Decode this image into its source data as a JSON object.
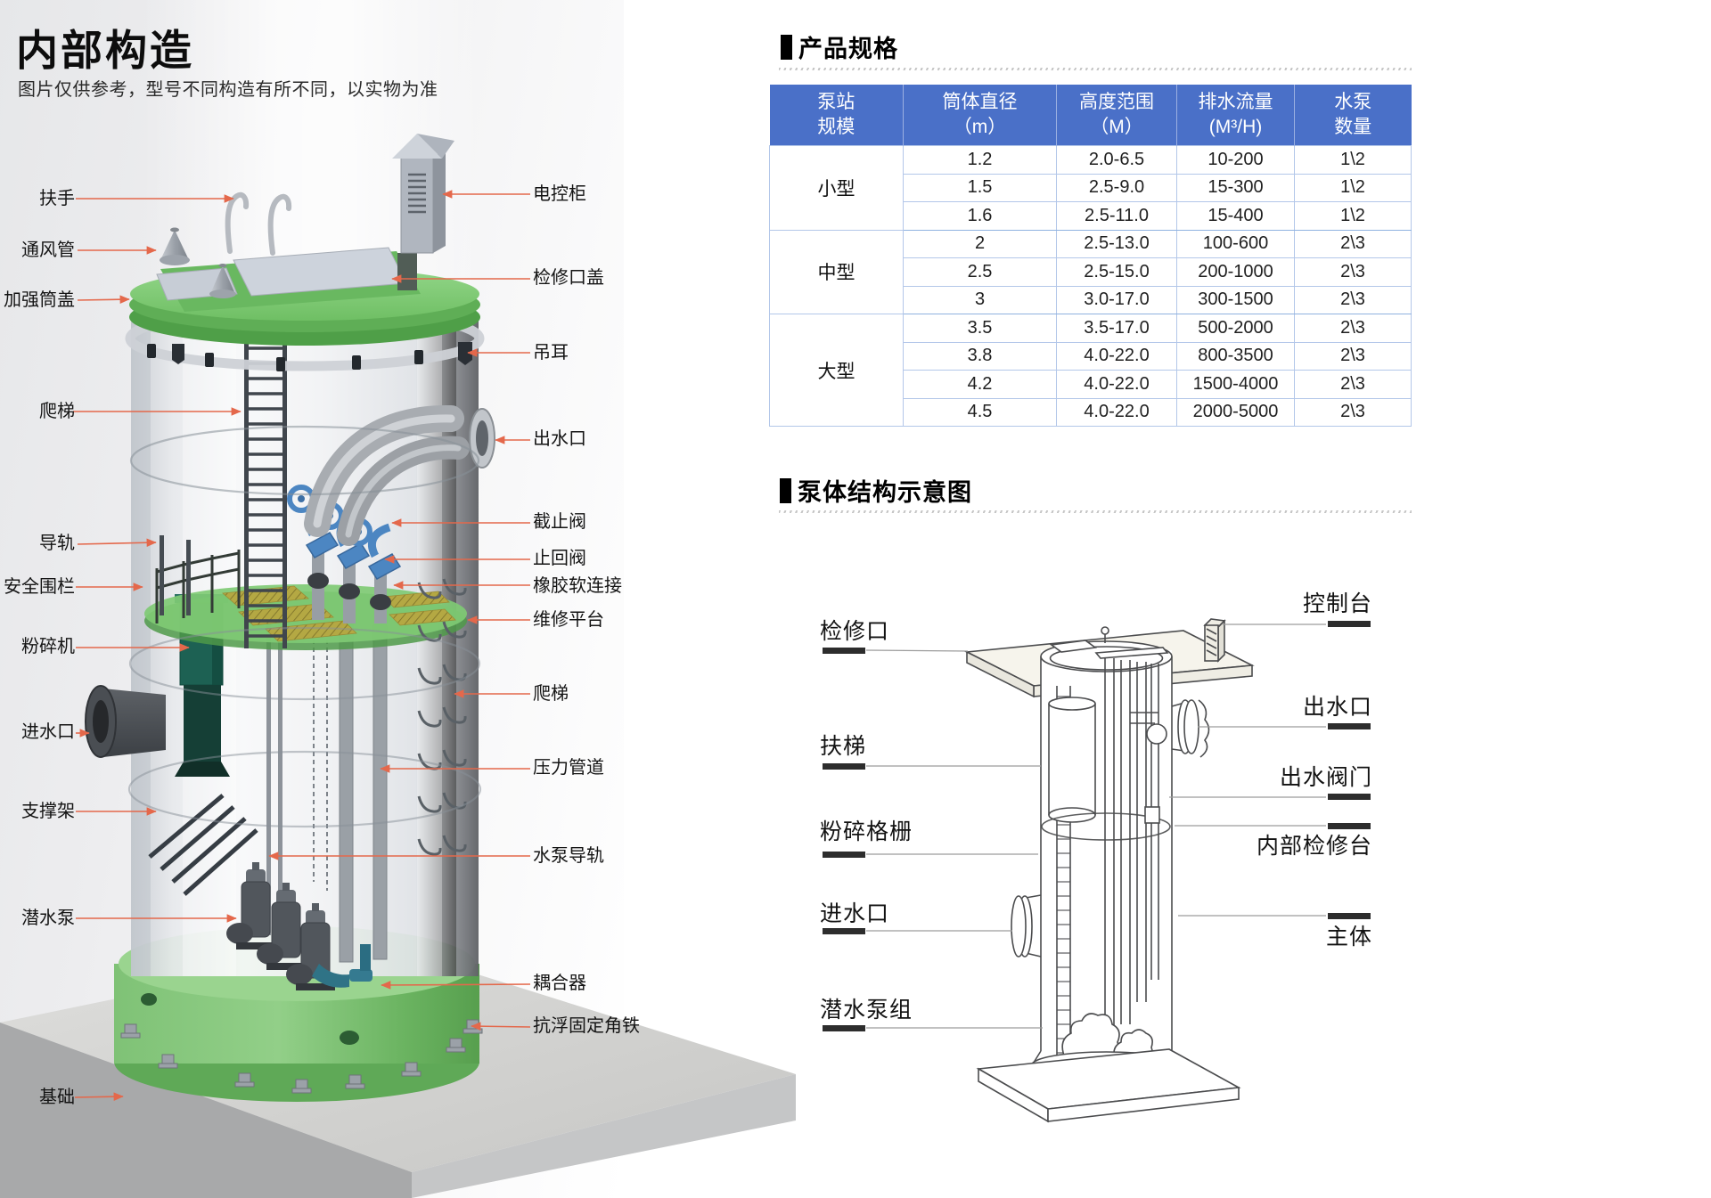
{
  "left_section": {
    "title": "内部构造",
    "subtitle": "图片仅供参考，型号不同构造有所不同，以实物为准",
    "labels_left": [
      "扶手",
      "通风管",
      "加强筒盖",
      "爬梯",
      "导轨",
      "安全围栏",
      "粉碎机",
      "进水口",
      "支撑架",
      "潜水泵",
      "基础"
    ],
    "labels_right": [
      "电控柜",
      "检修口盖",
      "吊耳",
      "出水口",
      "截止阀",
      "止回阀",
      "橡胶软连接",
      "维修平台",
      "爬梯",
      "压力管道",
      "水泵导轨",
      "耦合器",
      "抗浮固定角铁"
    ]
  },
  "spec_section": {
    "title": "产品规格",
    "table": {
      "headers": [
        [
          "泵站",
          "规模"
        ],
        [
          "筒体直径",
          "（m）"
        ],
        [
          "高度范围",
          "（M）"
        ],
        [
          "排水流量",
          "(M³/H)"
        ],
        [
          "水泵",
          "数量"
        ]
      ],
      "groups": [
        {
          "name": "小型",
          "rows": [
            [
              "1.2",
              "2.0-6.5",
              "10-200",
              "1\\2"
            ],
            [
              "1.5",
              "2.5-9.0",
              "15-300",
              "1\\2"
            ],
            [
              "1.6",
              "2.5-11.0",
              "15-400",
              "1\\2"
            ]
          ]
        },
        {
          "name": "中型",
          "rows": [
            [
              "2",
              "2.5-13.0",
              "100-600",
              "2\\3"
            ],
            [
              "2.5",
              "2.5-15.0",
              "200-1000",
              "2\\3"
            ],
            [
              "3",
              "3.0-17.0",
              "300-1500",
              "2\\3"
            ]
          ]
        },
        {
          "name": "大型",
          "rows": [
            [
              "3.5",
              "3.5-17.0",
              "500-2000",
              "2\\3"
            ],
            [
              "3.8",
              "4.0-22.0",
              "800-3500",
              "2\\3"
            ],
            [
              "4.2",
              "4.0-22.0",
              "1500-4000",
              "2\\3"
            ],
            [
              "4.5",
              "4.0-22.0",
              "2000-5000",
              "2\\3"
            ]
          ]
        }
      ]
    }
  },
  "schematic_section": {
    "title": "泵体结构示意图",
    "labels_left": [
      "检修口",
      "扶梯",
      "粉碎格栅",
      "进水口",
      "潜水泵组"
    ],
    "labels_right": [
      "控制台",
      "出水口",
      "出水阀门",
      "内部检修台",
      "主体"
    ]
  },
  "colors": {
    "table_header_blue": "#4a70c8",
    "table_border_blue": "#b3c7e9",
    "leader_orange": "#e4684b",
    "station_green": "#6cbe62"
  }
}
